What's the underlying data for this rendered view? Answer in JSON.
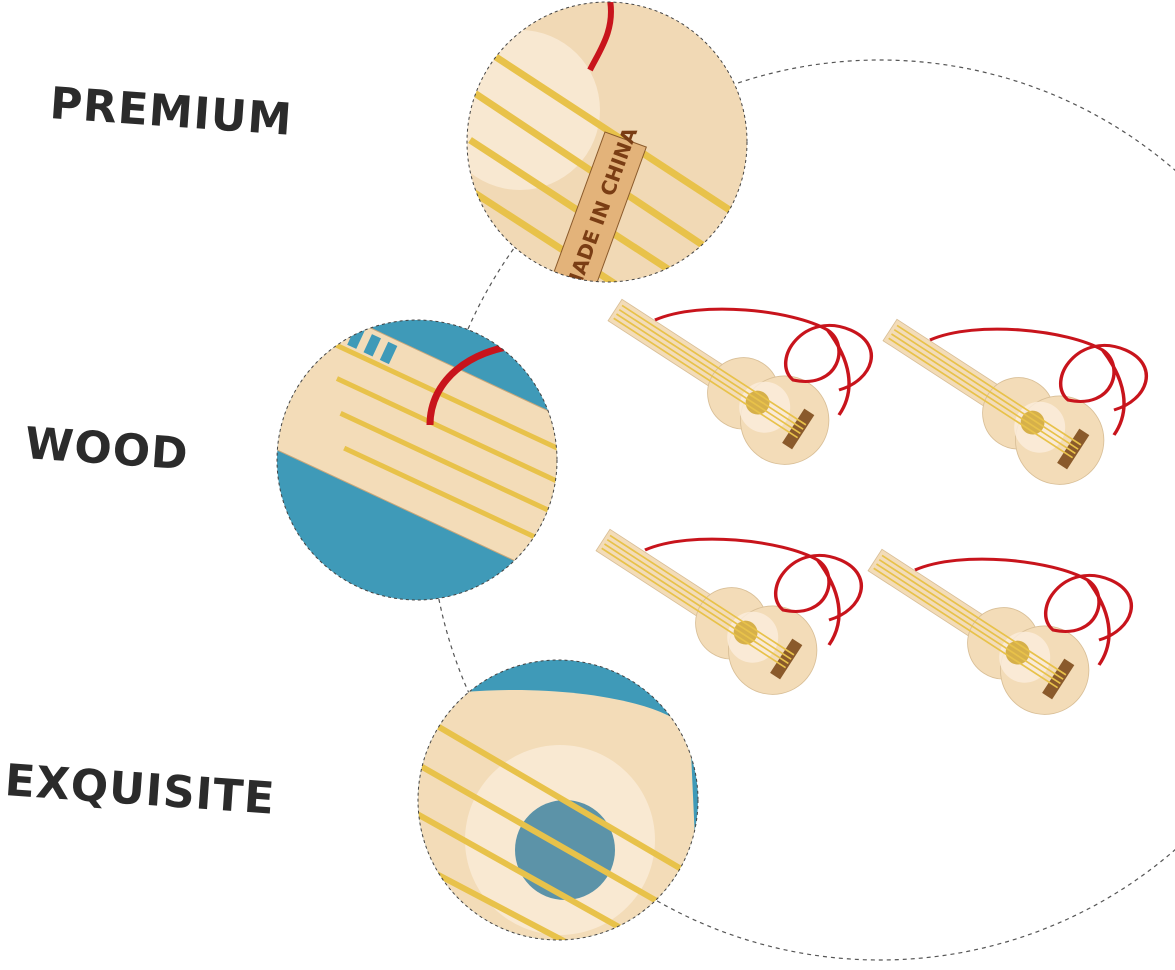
{
  "labels": {
    "premium": "PREMIUM",
    "wood": "WOOD",
    "exquisite": "EXQUISITE"
  },
  "product": {
    "bridge_stamp": "MADE IN CHINA",
    "guitar_count": 4
  },
  "colors": {
    "wood": "#f3dcb8",
    "string": "#e8c24a",
    "cord": "#c8141c",
    "background_blue": "#3f9ab8",
    "bridge": "#8a5a2b"
  }
}
